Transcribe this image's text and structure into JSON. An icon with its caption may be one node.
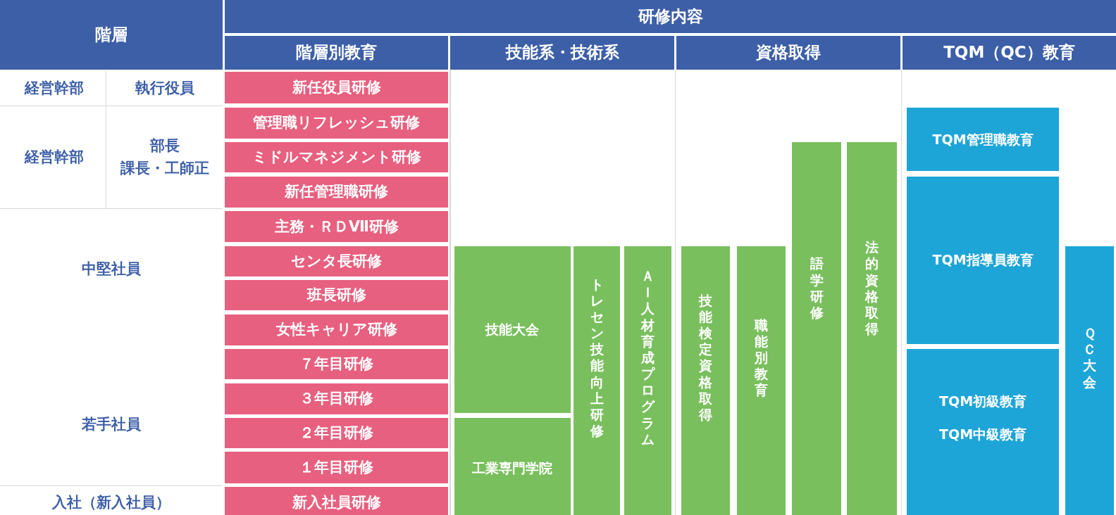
{
  "diagram": {
    "nodes": [
      {
        "text": [
          "階層"
        ]
      },
      {
        "text": [
          "研修内容"
        ]
      },
      {
        "text": [
          "階層別教育"
        ]
      },
      {
        "text": [
          "技能系・技術系"
        ]
      },
      {
        "text": [
          "資格取得"
        ]
      },
      {
        "text": [
          "TQM（QC）教育"
        ]
      },
      {
        "text": [
          "新任役員研修"
        ]
      },
      {
        "text": [
          "管理職リフレッシュ研修"
        ]
      },
      {
        "text": [
          "ミドルマネジメント研修"
        ]
      },
      {
        "text": [
          "新任管理職研修"
        ]
      },
      {
        "text": [
          "主務・ＲＤⅦ研修"
        ]
      },
      {
        "text": [
          "センタ長研修"
        ]
      },
      {
        "text": [
          "班長研修"
        ]
      },
      {
        "text": [
          "女性キャリア研修"
        ]
      },
      {
        "text": [
          "７年目研修"
        ]
      },
      {
        "text": [
          "３年目研修"
        ]
      },
      {
        "text": [
          "２年目研修"
        ]
      },
      {
        "text": [
          "１年目研修"
        ]
      },
      {
        "text": [
          "新入社員研修"
        ]
      },
      {
        "text": [
          "技能大会"
        ]
      },
      {
        "text": [
          "工業専門学院"
        ]
      },
      {
        "text": [
          "トレセン技能向上研修"
        ]
      },
      {
        "text": [
          "ＡＩ人材育成プログラム"
        ]
      },
      {
        "text": [
          "技能検定資格取得"
        ]
      },
      {
        "text": [
          "職能別教育"
        ]
      },
      {
        "text": [
          "語学研修"
        ]
      },
      {
        "text": [
          "法的資格取得"
        ]
      },
      {
        "text": [
          "TQM管理職教育"
        ]
      },
      {
        "text": [
          "TQM指導員教育"
        ]
      },
      {
        "text": [
          "TQM初級教育",
          "TQM中級教育"
        ]
      },
      {
        "text": [
          "ＱＣ大会"
        ]
      }
    ],
    "labels": [
      "経営幹部",
      "執行役員",
      "経営幹部",
      "部長",
      "課長・工師正",
      "中堅社員",
      "若手社員",
      "入社（新入社員）"
    ]
  }
}
